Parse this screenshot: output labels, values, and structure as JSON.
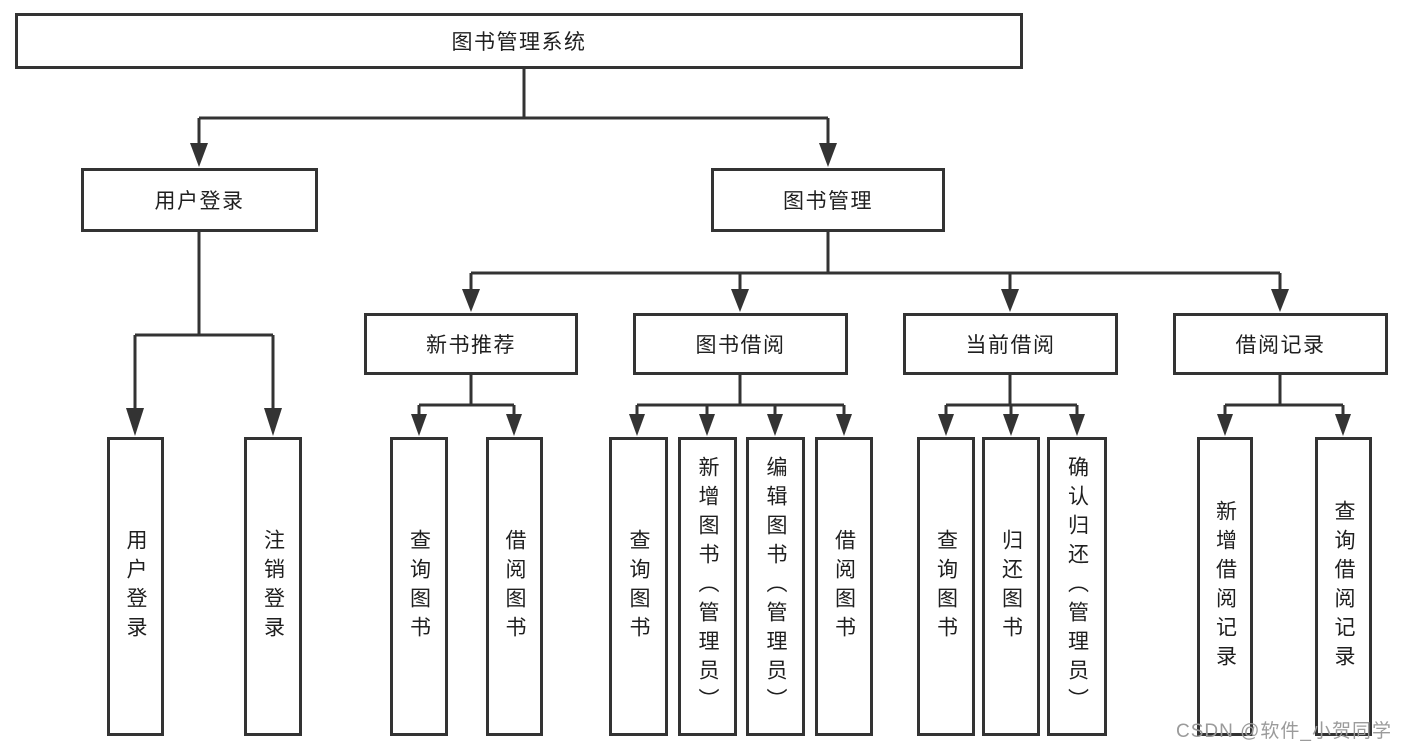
{
  "tree": {
    "root": {
      "label": "图书管理系统"
    },
    "branches": [
      {
        "label": "用户登录",
        "children": [
          {
            "label": "用户登录"
          },
          {
            "label": "注销登录"
          }
        ]
      },
      {
        "label": "图书管理",
        "children": [
          {
            "label": "新书推荐",
            "children": [
              {
                "label": "查询图书"
              },
              {
                "label": "借阅图书"
              }
            ]
          },
          {
            "label": "图书借阅",
            "children": [
              {
                "label": "查询图书"
              },
              {
                "label": "新增图书（管理员）"
              },
              {
                "label": "编辑图书（管理员）"
              },
              {
                "label": "借阅图书"
              }
            ]
          },
          {
            "label": "当前借阅",
            "children": [
              {
                "label": "查询图书"
              },
              {
                "label": "归还图书"
              },
              {
                "label": "确认归还（管理员）"
              }
            ]
          },
          {
            "label": "借阅记录",
            "children": [
              {
                "label": "新增借阅记录"
              },
              {
                "label": "查询借阅记录"
              }
            ]
          }
        ]
      }
    ]
  },
  "watermark": {
    "text": "CSDN @软件_小贺同学"
  },
  "colors": {
    "line": "#333333",
    "text": "#1f1f1f",
    "background": "#ffffff",
    "watermark": "#9b9b9b"
  }
}
